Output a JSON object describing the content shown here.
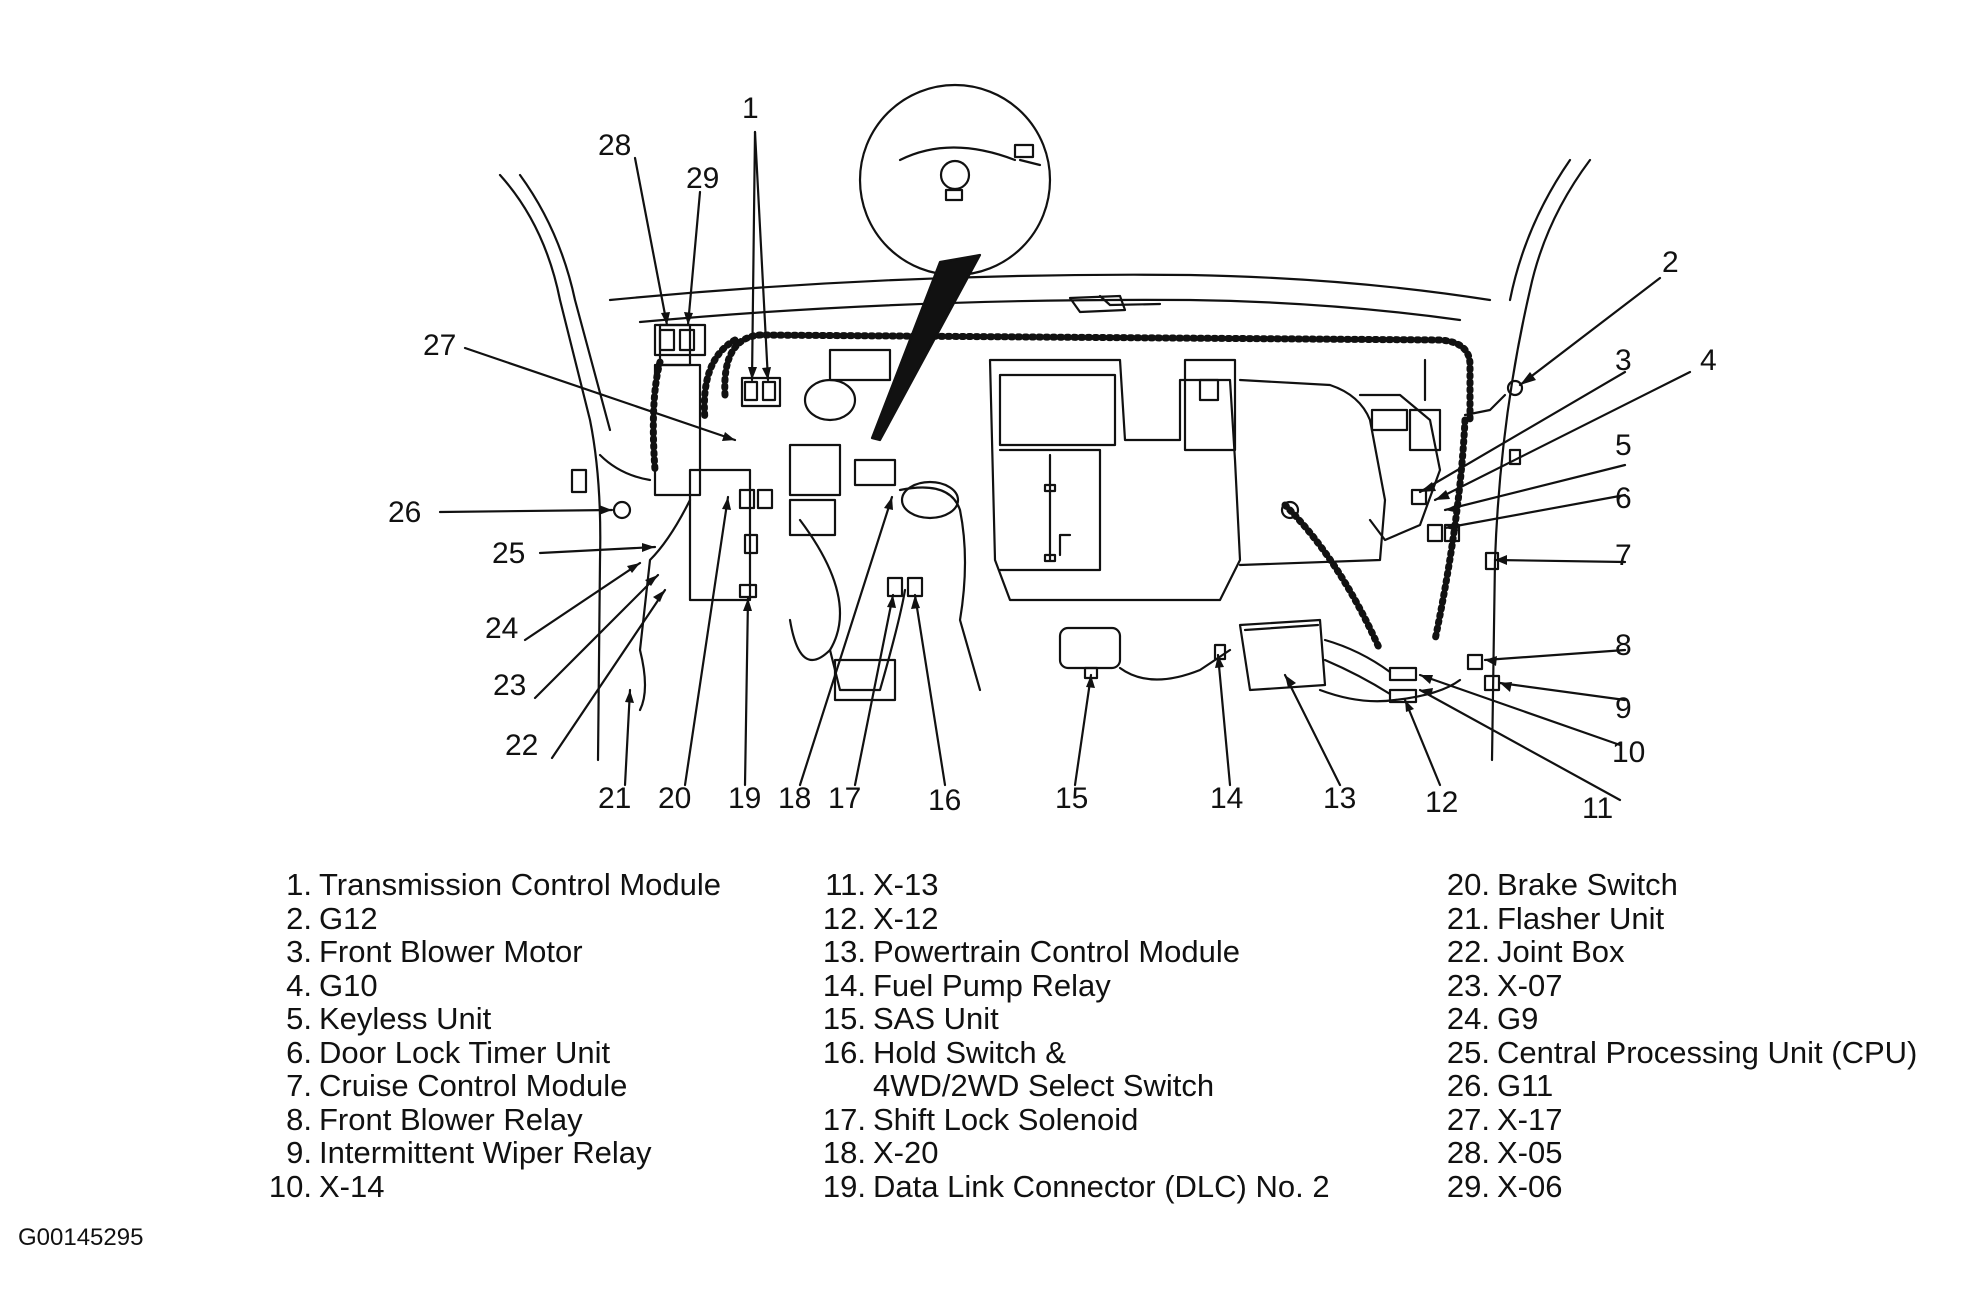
{
  "diagram": {
    "callouts": [
      "1",
      "2",
      "3",
      "4",
      "5",
      "6",
      "7",
      "8",
      "9",
      "10",
      "11",
      "12",
      "13",
      "14",
      "15",
      "16",
      "17",
      "18",
      "19",
      "20",
      "21",
      "22",
      "23",
      "24",
      "25",
      "26",
      "27",
      "28",
      "29"
    ]
  },
  "legend": {
    "column1": [
      {
        "num": "1.",
        "text": "Transmission Control Module"
      },
      {
        "num": "2.",
        "text": "G12"
      },
      {
        "num": "3.",
        "text": "Front Blower Motor"
      },
      {
        "num": "4.",
        "text": "G10"
      },
      {
        "num": "5.",
        "text": "Keyless Unit"
      },
      {
        "num": "6.",
        "text": "Door Lock Timer Unit"
      },
      {
        "num": "7.",
        "text": "Cruise Control Module"
      },
      {
        "num": "8.",
        "text": "Front Blower Relay"
      },
      {
        "num": "9.",
        "text": "Intermittent Wiper Relay"
      },
      {
        "num": "10.",
        "text": "X-14"
      }
    ],
    "column2": [
      {
        "num": "11.",
        "text": "X-13"
      },
      {
        "num": "12.",
        "text": "X-12"
      },
      {
        "num": "13.",
        "text": "Powertrain Control Module"
      },
      {
        "num": "14.",
        "text": "Fuel Pump Relay"
      },
      {
        "num": "15.",
        "text": "SAS Unit"
      },
      {
        "num": "16.",
        "text": "Hold Switch &"
      },
      {
        "num": "",
        "text": "4WD/2WD Select Switch"
      },
      {
        "num": "17.",
        "text": "Shift Lock Solenoid"
      },
      {
        "num": "18.",
        "text": "X-20"
      },
      {
        "num": "19.",
        "text": "Data Link Connector (DLC) No. 2"
      }
    ],
    "column3": [
      {
        "num": "20.",
        "text": "Brake Switch"
      },
      {
        "num": "21.",
        "text": "Flasher Unit"
      },
      {
        "num": "22.",
        "text": "Joint Box"
      },
      {
        "num": "23.",
        "text": "X-07"
      },
      {
        "num": "24.",
        "text": "G9"
      },
      {
        "num": "25.",
        "text": "Central Processing Unit (CPU)"
      },
      {
        "num": "26.",
        "text": "G11"
      },
      {
        "num": "27.",
        "text": "X-17"
      },
      {
        "num": "28.",
        "text": "X-05"
      },
      {
        "num": "29.",
        "text": "X-06"
      }
    ]
  },
  "image_id": "G00145295"
}
